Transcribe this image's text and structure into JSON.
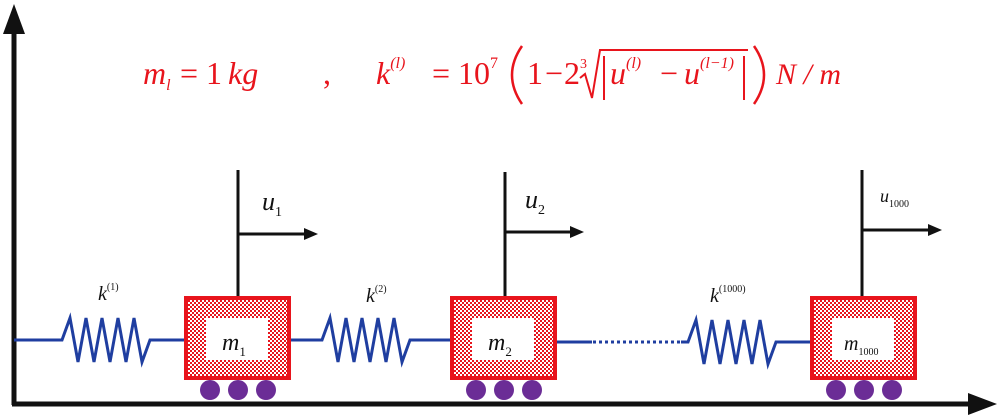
{
  "colors": {
    "equation": "#e8141c",
    "mass_border": "#e8141c",
    "spring": "#1f3ea0",
    "wheel": "#6b2d96",
    "axis": "#111111",
    "arrow": "#111111"
  },
  "equation": {
    "lhs_m": "m",
    "lhs_m_sub": "l",
    "eq1": "=",
    "mass_value": "1",
    "mass_unit": "kg",
    "separator": ",",
    "k": "k",
    "k_sup": "(l)",
    "eq2": "=",
    "coef_base": "10",
    "coef_exp": "7",
    "one": "1",
    "minus": "−",
    "two": "2",
    "root_index": "3",
    "u1": "u",
    "u1_sup": "(l)",
    "minus2": "−",
    "u2": "u",
    "u2_sup": "(l−1)",
    "unit": "N / m"
  },
  "masses": [
    {
      "base": "m",
      "sub": "1"
    },
    {
      "base": "m",
      "sub": "2"
    },
    {
      "base": "m",
      "sub": "1000"
    }
  ],
  "springs": [
    {
      "base": "k",
      "sup": "(1)"
    },
    {
      "base": "k",
      "sup": "(2)"
    },
    {
      "base": "k",
      "sup": "(1000)"
    }
  ],
  "displacements": [
    {
      "base": "u",
      "sub": "1"
    },
    {
      "base": "u",
      "sub": "2"
    },
    {
      "base": "u",
      "sub": "1000"
    }
  ]
}
